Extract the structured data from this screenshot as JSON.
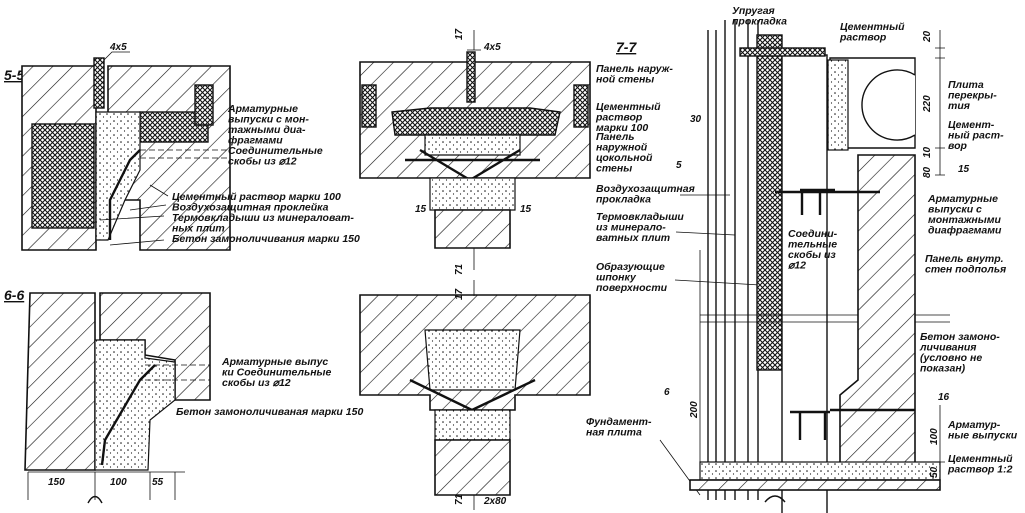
{
  "sections": {
    "s55": "5-5",
    "s66": "6-6",
    "s77": "7-7"
  },
  "sec55": {
    "notes_right": [
      "Арматурные",
      "выпуски с мон-",
      "тажными диа-",
      "фрагмами",
      "Соединительные",
      "скобы из ⌀12"
    ],
    "notes_below": [
      "Цементный раствор марки 100",
      "Воздухозащитная проклейка",
      "Термовкладыши из минераловат-",
      "ных плит",
      "Бетон замоноличивания марки 150"
    ],
    "dim_gap": "4x5"
  },
  "sec66": {
    "notes_right": [
      "Арматурные выпус",
      "ки Соединительные",
      "скобы из ⌀12"
    ],
    "note_concrete": "Бетон замоноличиваная марки 150",
    "dims": [
      "150",
      "100",
      "55"
    ]
  },
  "mid_top": {
    "cut_top": "17",
    "dim_gap": "4x5",
    "dim_left": "15",
    "dim_right": "15",
    "cut_bottom": "71"
  },
  "mid_bottom": {
    "cut_top": "17",
    "cut_bottom": "71",
    "dim_bottom": "2x80"
  },
  "sec77": {
    "left_notes": {
      "panel_outer": [
        "Панель наруж-",
        "ной стены"
      ],
      "mortar": [
        "Цементный",
        "раствор",
        "марки 100"
      ],
      "panel_plinth": [
        "Панель",
        "наружной",
        "цокольной",
        "стены"
      ],
      "air_seal": [
        "Воздухозащитная",
        "прокладка"
      ],
      "insert": [
        "Термовкладыши",
        "из минерало-",
        "ватных плит"
      ],
      "key": [
        "Образующие",
        "шпонку",
        "поверхности"
      ],
      "foundation": [
        "Фундамент-",
        "ная плита"
      ]
    },
    "right_notes": {
      "elastic": [
        "Упругая",
        "прокладка"
      ],
      "mortar_top": [
        "Цементный",
        "раствор"
      ],
      "slab": [
        "Плита",
        "перекры-",
        "тия"
      ],
      "mortar_mid": [
        "Цемент-",
        "ный раст-",
        "вор"
      ],
      "rebar": [
        "Арматурные",
        "выпуски с",
        "монтажными",
        "диафрагмами"
      ],
      "brackets": [
        "Соедини-",
        "тельные",
        "скобы из",
        "⌀12"
      ],
      "inner_panel": [
        "Панель внутр.",
        "стен подполья"
      ],
      "concrete": [
        "Бетон замоно-",
        "личивания",
        "(условно не",
        "показан)"
      ],
      "rebar2": [
        "Арматур-",
        "ные выпуски"
      ],
      "mortar_bottom": [
        "Цементный",
        "раствор 1:2"
      ]
    },
    "dims": {
      "d20": "20",
      "d220": "220",
      "d10": "10",
      "d80": "80",
      "d100": "100",
      "d50": "50",
      "d30": "30",
      "d200": "200"
    },
    "cuts": {
      "c15": "15",
      "c16": "16",
      "c5": "5",
      "c6": "6"
    }
  }
}
